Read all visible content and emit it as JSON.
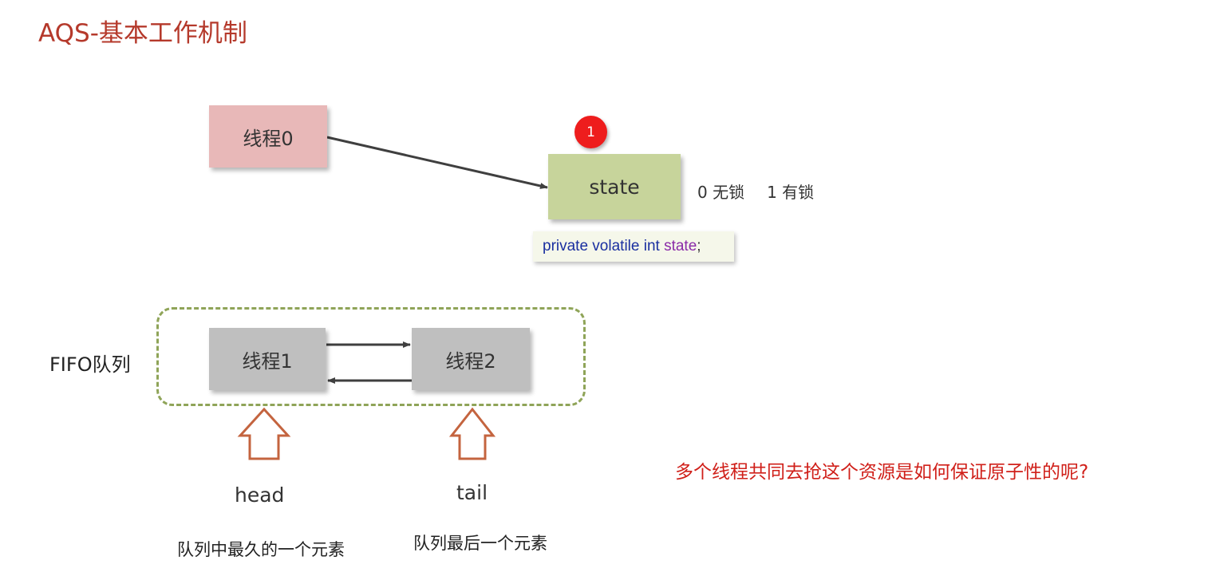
{
  "title": "AQS-基本工作机制",
  "thread0": {
    "label": "线程0"
  },
  "state_box": {
    "label": "state",
    "badge": "1",
    "legend_unlocked": "0 无锁",
    "legend_locked": "1 有锁"
  },
  "code": {
    "modifiers": "private volatile int ",
    "variable": "state",
    "terminator": ";"
  },
  "queue": {
    "label": "FIFO队列",
    "thread1": "线程1",
    "thread2": "线程2"
  },
  "head": {
    "label": "head",
    "description": "队列中最久的一个元素"
  },
  "tail": {
    "label": "tail",
    "description": "队列最后一个元素"
  },
  "question": "多个线程共同去抢这个资源是如何保证原子性的呢?",
  "colors": {
    "title": "#b5392b",
    "thread0_fill": "#e8b8b8",
    "state_fill": "#c7d49b",
    "queue_thread_fill": "#bfbfbf",
    "queue_border": "#8fa458",
    "pointer_arrow": "#c4643f",
    "badge": "#ee1d1d",
    "question": "#d0201a"
  }
}
